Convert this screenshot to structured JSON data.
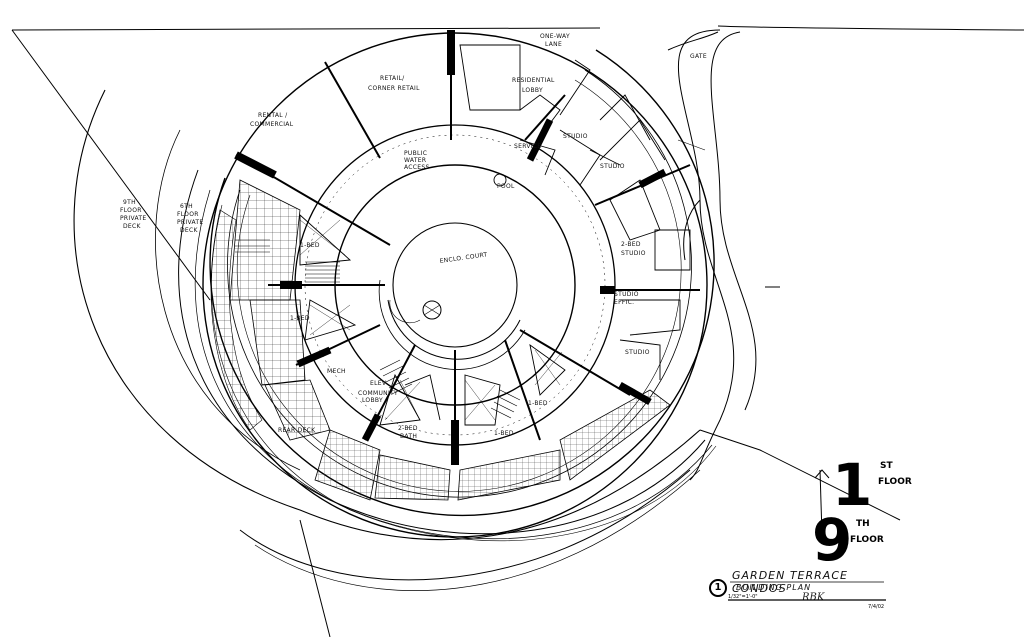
{
  "drawing": {
    "title": "GARDEN TERRACE CONDOS",
    "subtitle": "BUILDING PLAN",
    "sheet_number": "1",
    "scale": "1/32\"=1'-0\"",
    "signature": "RBK",
    "date": "7/4/02",
    "floor_from": "1",
    "floor_from_suffix": "ST",
    "floor_from_word": "FLOOR",
    "floor_to": "9",
    "floor_to_suffix": "TH",
    "floor_to_word": "FLOOR"
  },
  "rooms": {
    "retail": "RETAIL / CORNER RETAIL",
    "retail_l1": "RETAIL/",
    "retail_l2": "CORNER RETAIL",
    "rental": "RENTAL / COMMERCIAL",
    "rental_l1": "RENTAL /",
    "rental_l2": "COMMERCIAL",
    "residential_lobby_l1": "RESIDENTIAL",
    "residential_lobby_l2": "LOBBY",
    "studio_1": "STUDIO",
    "studio_2": "STUDIO",
    "two_bed": "2-BED",
    "two_bed_sub": "STUDIO",
    "studio_eff_l1": "STUDIO",
    "studio_eff_l2": "EFFIC.",
    "studio_3": "STUDIO",
    "one_bed_a": "1-BED",
    "one_bed_b": "1-BED",
    "one_bed_c": "1-BED",
    "one_bed_d": "1-BED",
    "two_bed_b": "2-BED",
    "two_bed_b_sub": "BATH",
    "court": "ENCLO. COURT",
    "public_access_l1": "PUBLIC",
    "public_access_l2": "WATER",
    "public_access_l3": "ACCESS",
    "service": "SERVICE",
    "mech": "MECH",
    "elev": "ELEV",
    "community_l1": "COMMUNITY",
    "community_l2": "LOBBY",
    "deck_l1": "6TH",
    "deck_l2": "FLOOR",
    "deck_l3": "PRIVATE",
    "deck_l4": "DECK",
    "deck2_l1": "9TH",
    "deck2_l2": "FLOOR",
    "deck2_l3": "PRIVATE",
    "deck2_l4": "DECK",
    "one_way_l1": "ONE-WAY",
    "one_way_l2": "LANE",
    "gate": "GATE",
    "pool": "POOL",
    "rear_deck": "REAR DECK"
  }
}
